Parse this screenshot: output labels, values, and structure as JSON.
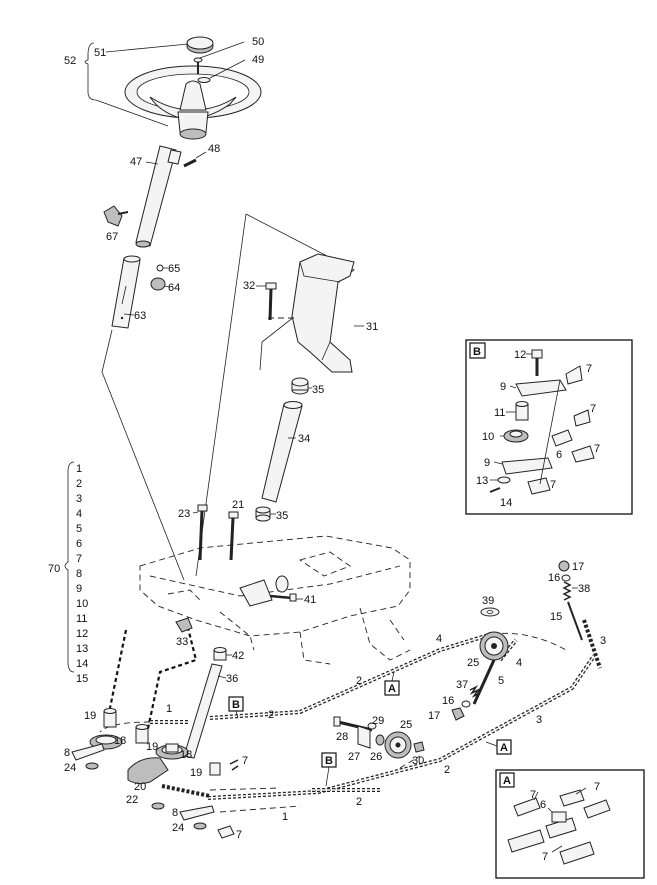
{
  "diagram": {
    "group_52_numbers": [
      "51",
      "50",
      "49"
    ],
    "group_52_label": "52",
    "group_70_label": "70",
    "group_70_numbers": [
      "1",
      "2",
      "3",
      "4",
      "5",
      "6",
      "7",
      "8",
      "9",
      "10",
      "11",
      "12",
      "13",
      "14",
      "15"
    ],
    "inset_b_label": "B",
    "inset_a_label": "A",
    "callout_a": "A",
    "callout_b": "B",
    "labels": {
      "l48": "48",
      "l47": "47",
      "l67": "67",
      "l65": "65",
      "l64": "64",
      "l63": "63",
      "l32": "32",
      "l31": "31",
      "l35a": "35",
      "l34": "34",
      "l35b": "35",
      "l23": "23",
      "l21": "21",
      "l41": "41",
      "l33": "33",
      "l42": "42",
      "l36": "36",
      "l39": "39",
      "l17a": "17",
      "l16a": "16",
      "l38": "38",
      "l15": "15",
      "l3a": "3",
      "l4a": "4",
      "l25a": "25",
      "l4b": "4",
      "l5": "5",
      "l37": "37",
      "l16b": "16",
      "l17b": "17",
      "l2a": "2",
      "l28": "28",
      "l29": "29",
      "l27": "27",
      "l26": "26",
      "l25b": "25",
      "l30": "30",
      "l3b": "3",
      "l2b": "2",
      "l2c": "2",
      "l2d": "2",
      "l1a": "1",
      "l1b": "1",
      "l19a": "19",
      "l18a": "18",
      "l19b": "19",
      "l18b": "18",
      "l19c": "19",
      "l7a": "7",
      "l8a": "8",
      "l24a": "24",
      "l20": "20",
      "l22": "22",
      "l8b": "8",
      "l24b": "24",
      "l7b": "7",
      "b12": "12",
      "b7a": "7",
      "b9a": "9",
      "b11": "11",
      "b7b": "7",
      "b10": "10",
      "b6": "6",
      "b7c": "7",
      "b9b": "9",
      "b13": "13",
      "b7d": "7",
      "b14": "14",
      "a7a": "7",
      "a7b": "7",
      "a6": "6",
      "a7c": "7"
    }
  }
}
